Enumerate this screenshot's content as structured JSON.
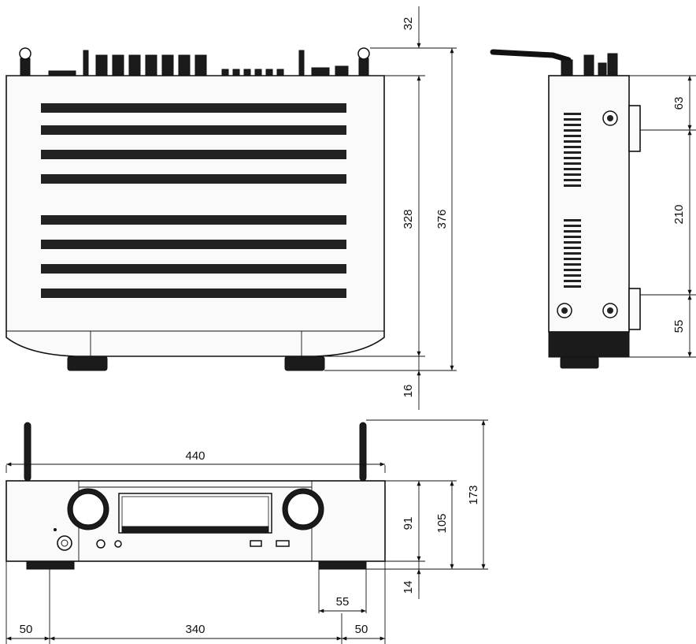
{
  "top_view": {
    "dimensions": {
      "rear_protrusion": "32",
      "depth_body": "328",
      "depth_total": "376",
      "foot_height": "16"
    }
  },
  "side_view": {
    "dimensions": {
      "upper": "63",
      "middle": "210",
      "lower": "55"
    }
  },
  "front_view": {
    "dimensions": {
      "width": "440",
      "body_height": "91",
      "height_with_feet": "105",
      "height_with_antenna": "173",
      "foot_height": "14",
      "foot_width": "55",
      "left_inset": "50",
      "foot_spacing": "340",
      "right_inset": "50"
    }
  },
  "colors": {
    "line": "#111111",
    "background": "#ffffff",
    "panel": "#1b1b1b"
  }
}
